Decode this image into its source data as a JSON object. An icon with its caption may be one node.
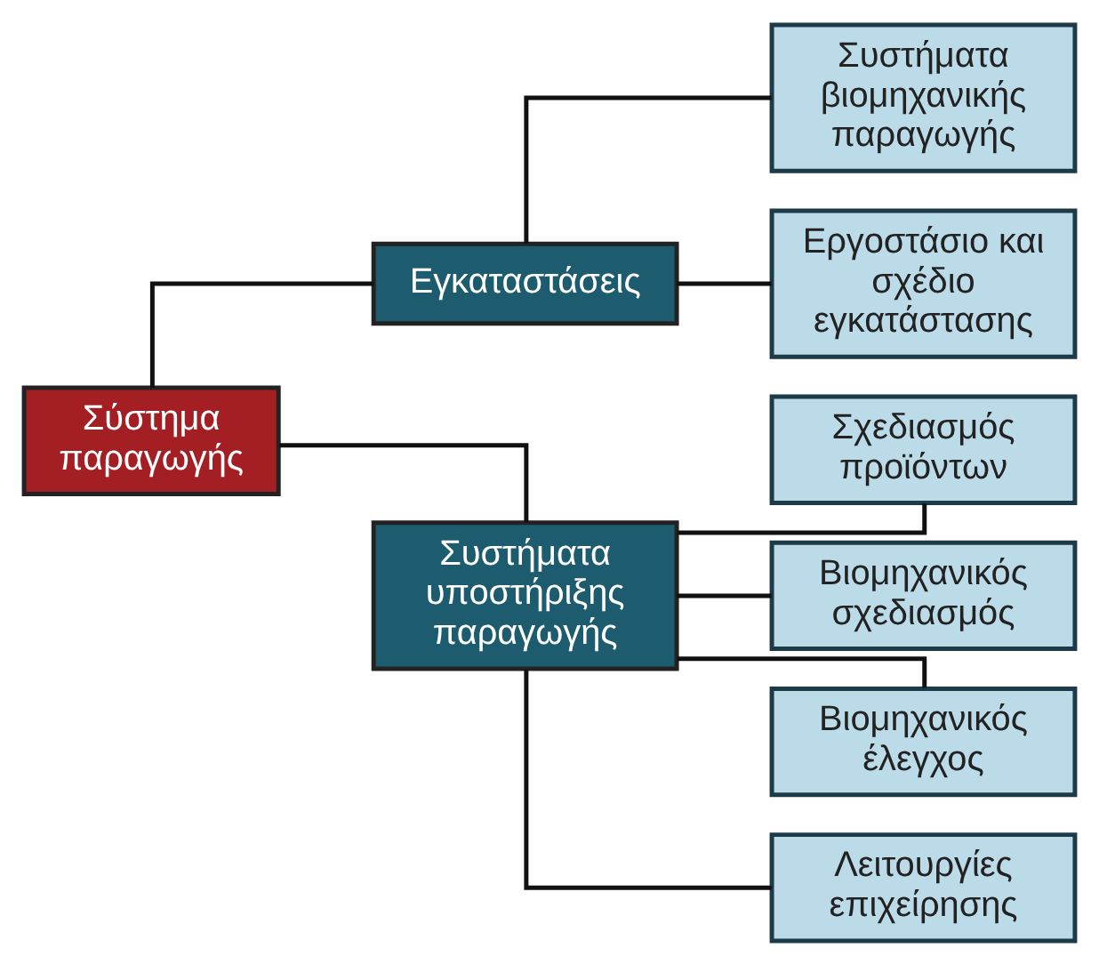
{
  "diagram": {
    "nodes": [
      {
        "text": [
          "Σύστημα παραγωγής"
        ]
      },
      {
        "text": [
          "Εγκαταστάσεις"
        ]
      },
      {
        "text": [
          "Συστήματα υποστήριξης παραγωγής"
        ]
      },
      {
        "text": [
          "Συστήματα βιομηχανικής παραγωγής"
        ]
      },
      {
        "text": [
          "Εργοστάσιο και σχέδιο εγκατάστασης"
        ]
      },
      {
        "text": [
          "Σχεδιασμός προϊόντων"
        ]
      },
      {
        "text": [
          "Βιομηχανικός σχεδιασμός"
        ]
      },
      {
        "text": [
          "Βιομηχανικός έλεγχος"
        ]
      },
      {
        "text": [
          "Λειτουργίες επιχείρησης"
        ]
      }
    ],
    "edges": [
      {
        "from": 0,
        "to": 1,
        "arrow": "none"
      },
      {
        "from": 0,
        "to": 2,
        "arrow": "none"
      },
      {
        "from": 1,
        "to": 3,
        "arrow": "none"
      },
      {
        "from": 1,
        "to": 4,
        "arrow": "none"
      },
      {
        "from": 2,
        "to": 5,
        "arrow": "none"
      },
      {
        "from": 2,
        "to": 6,
        "arrow": "none"
      },
      {
        "from": 2,
        "to": 7,
        "arrow": "none"
      },
      {
        "from": 2,
        "to": 8,
        "arrow": "none"
      }
    ]
  }
}
